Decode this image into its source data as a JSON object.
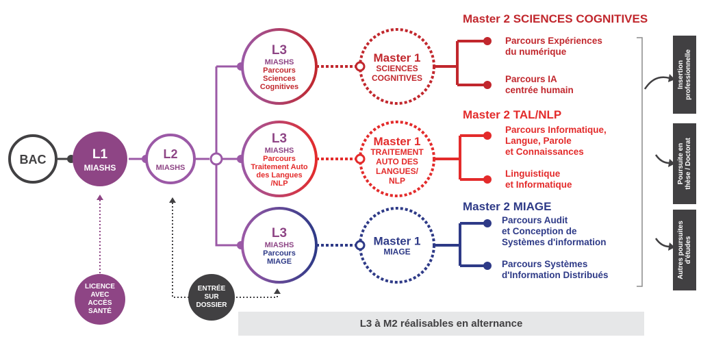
{
  "colors": {
    "purple_dark": "#8e4585",
    "purple": "#9b59a6",
    "red_dark": "#c1272d",
    "red": "#e32b2b",
    "blue": "#2e3a87",
    "grey_dark": "#414042",
    "grey_light": "#e6e7e8"
  },
  "bac": {
    "label": "BAC"
  },
  "l1": {
    "title": "L1",
    "sub": "MIASHS"
  },
  "l2": {
    "title": "L2",
    "sub": "MIASHS"
  },
  "l3": [
    {
      "title": "L3",
      "sub": "MIASHS",
      "lines": [
        "Parcours",
        "Sciences",
        "Cognitives"
      ]
    },
    {
      "title": "L3",
      "sub": "MIASHS",
      "lines": [
        "Parcours",
        "Traitement Auto",
        "des Langues",
        "/NLP"
      ]
    },
    {
      "title": "L3",
      "sub": "MIASHS",
      "lines": [
        "Parcours",
        "MIAGE"
      ]
    }
  ],
  "m1": [
    {
      "title": "Master 1",
      "lines": [
        "SCIENCES",
        "COGNITIVES"
      ]
    },
    {
      "title": "Master 1",
      "lines": [
        "TRAITEMENT",
        "AUTO DES",
        "LANGUES/",
        "NLP"
      ]
    },
    {
      "title": "Master 1",
      "lines": [
        "MIAGE"
      ]
    }
  ],
  "m2": [
    {
      "title": "Master 2 SCIENCES COGNITIVES",
      "parcours": [
        "Parcours Expériences\ndu numérique",
        "Parcours IA\ncentrée humain"
      ]
    },
    {
      "title": "Master 2 TAL/NLP",
      "parcours": [
        "Parcours Informatique,\nLangue, Parole\net Connaissances",
        "Linguistique\net Informatique"
      ]
    },
    {
      "title": "Master 2 MIAGE",
      "parcours": [
        "Parcours Audit\net Conception de\nSystèmes d'information",
        "Parcours Systèmes\nd'Information Distribués"
      ]
    }
  ],
  "outcomes": [
    "Insertion\nprofessionnelle",
    "Poursuite en\nthèse / Doctorat",
    "Autres poursuites\nd'études"
  ],
  "entries": {
    "sante": [
      "LICENCE",
      "AVEC",
      "ACCÈS",
      "SANTÉ"
    ],
    "dossier": [
      "ENTRÉE",
      "SUR",
      "DOSSIER"
    ]
  },
  "alternance": "L3 à M2 réalisables en alternance"
}
